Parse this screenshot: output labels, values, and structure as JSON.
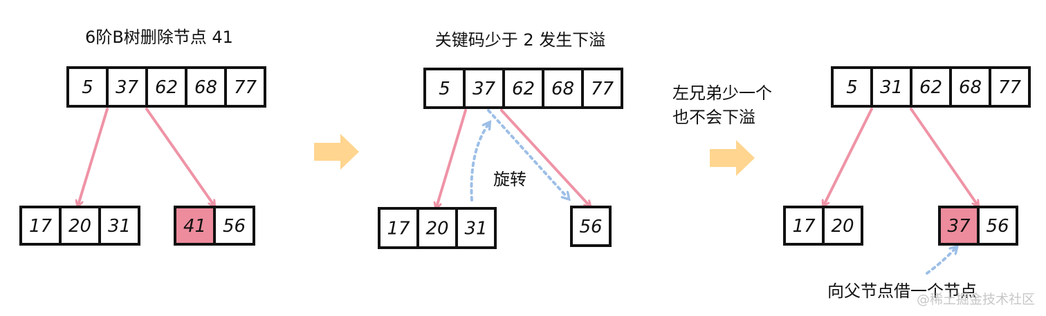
{
  "colors": {
    "edge": "#ef93a6",
    "highlight": "#ec8c9c",
    "arrow": "#ffd58f",
    "rotation": "#9dbfe7",
    "border": "#111111"
  },
  "captions": {
    "step1": "6阶B树删除节点 41",
    "step2": "关键码少于 2 发生下溢",
    "note_line1": "左兄弟少一个",
    "note_line2": "也不会下溢",
    "rotate": "旋转",
    "borrow": "向父节点借一个节点"
  },
  "watermark": "@稀土掘金技术社区",
  "steps": [
    {
      "parent": [
        "5",
        "37",
        "62",
        "68",
        "77"
      ],
      "left_child": [
        "17",
        "20",
        "31"
      ],
      "right_child": [
        "41",
        "56"
      ],
      "highlight": "41"
    },
    {
      "parent": [
        "5",
        "37",
        "62",
        "68",
        "77"
      ],
      "left_child": [
        "17",
        "20",
        "31"
      ],
      "right_child": [
        "56"
      ],
      "highlight": ""
    },
    {
      "parent": [
        "5",
        "31",
        "62",
        "68",
        "77"
      ],
      "left_child": [
        "17",
        "20"
      ],
      "right_child": [
        "37",
        "56"
      ],
      "highlight": "37"
    }
  ]
}
